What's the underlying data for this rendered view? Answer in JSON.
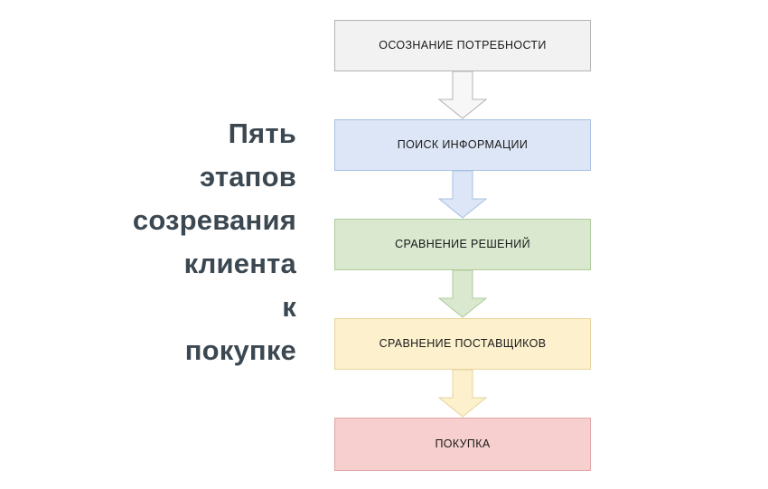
{
  "diagram": {
    "headline": "Пять\nэтапов\nсозревания\nклиента\nк\nпокупке",
    "headline_color": "#3c4851",
    "background_color": "#ffffff",
    "stages": [
      {
        "label": "ОСОЗНАНИЕ ПОТРЕБНОСТИ",
        "fill": "#f2f2f2",
        "border": "#b3b3b3"
      },
      {
        "label": "ПОИСК ИНФОРМАЦИИ",
        "fill": "#dce6f6",
        "border": "#a7c0e2"
      },
      {
        "label": "СРАВНЕНИЕ РЕШЕНИЙ",
        "fill": "#d9e8cf",
        "border": "#aecb9b"
      },
      {
        "label": "СРАВНЕНИЕ ПОСТАВЩИКОВ",
        "fill": "#fcf0cd",
        "border": "#e6d49c"
      },
      {
        "label": "ПОКУПКА",
        "fill": "#f6cfce",
        "border": "#dfa7a6"
      }
    ],
    "connectors": [
      {
        "name": "arrow-awareness-to-search",
        "fill": "#f7f7f7",
        "stroke": "#b3b3b3"
      },
      {
        "name": "arrow-search-to-solutions",
        "fill": "#dce6f6",
        "stroke": "#a7c0e2"
      },
      {
        "name": "arrow-solutions-to-suppliers",
        "fill": "#d9e8cf",
        "stroke": "#aecb9b"
      },
      {
        "name": "arrow-suppliers-to-purchase",
        "fill": "#fcf0cd",
        "stroke": "#e6d49c"
      }
    ]
  }
}
